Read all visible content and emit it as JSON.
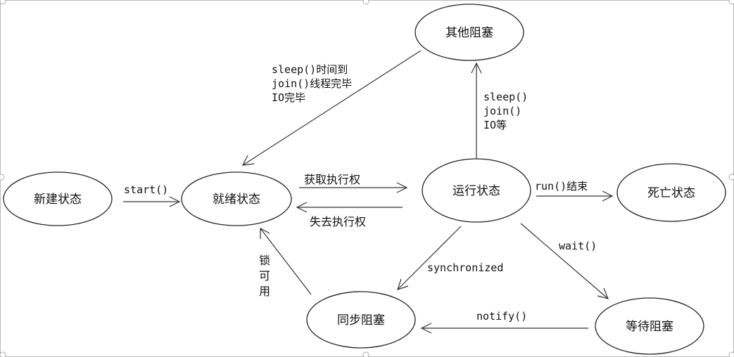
{
  "diagram": {
    "nodes": {
      "new": "新建状态",
      "ready": "就绪状态",
      "running": "运行状态",
      "dead": "死亡状态",
      "other_block": "其他阻塞",
      "sync_block": "同步阻塞",
      "wait_block": "等待阻塞"
    },
    "edges": {
      "start": "start()",
      "acquire_cpu": "获取执行权",
      "lose_cpu": "失去执行权",
      "run_end": "run()结束",
      "to_other_block": [
        "sleep()",
        "join()",
        "IO等"
      ],
      "other_to_ready": [
        "sleep()时间到",
        "join()线程完毕",
        "IO完毕"
      ],
      "synchronized": "synchronized",
      "wait": "wait()",
      "notify": "notify()",
      "lock_available": [
        "锁",
        "可",
        "用"
      ]
    }
  }
}
